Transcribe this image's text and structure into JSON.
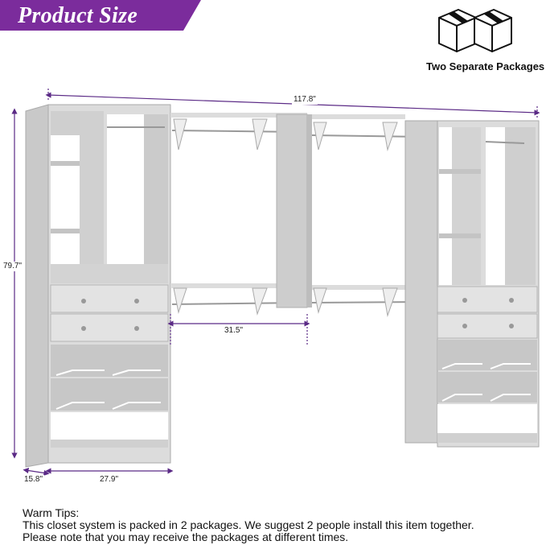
{
  "title": "Product Size",
  "packages": {
    "label": "Two Separate Packages",
    "icon": "two-boxes-icon"
  },
  "dimensions": {
    "overall_width": "117.8\"",
    "overall_height": "79.7\"",
    "depth": "15.8\"",
    "tower_width": "27.9\"",
    "hanging_section_width": "31.5\""
  },
  "tips": {
    "heading": "Warm Tips:",
    "line1": "This closet system is packed in 2 packages. We suggest 2 people install this item together.",
    "line2": "Please note that you may receive the packages at different times."
  },
  "colors": {
    "banner": "#7b2c9c",
    "dimension_line": "#5b2a86",
    "cabinet": "#d6d6d6",
    "cabinet_dark": "#bdbdbd"
  }
}
